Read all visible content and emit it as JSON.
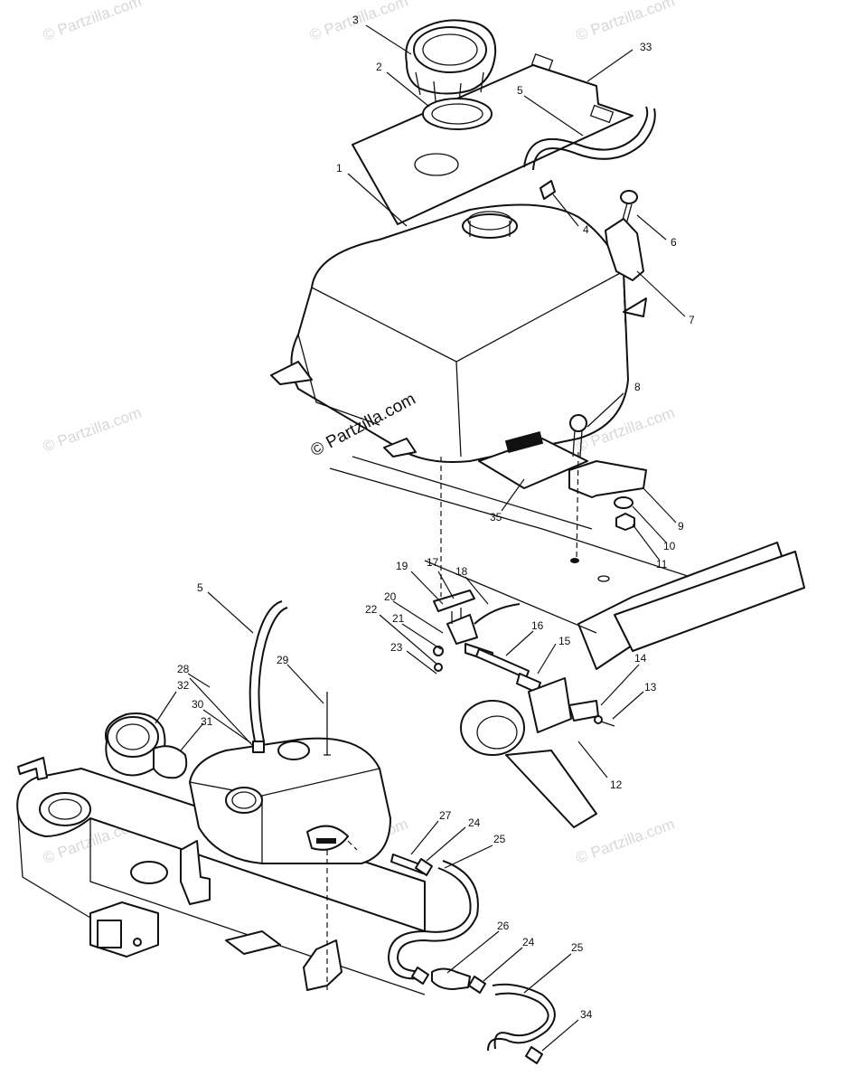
{
  "watermark": {
    "faint_text": "© Partzilla.com",
    "main_text": "© Partzilla.com"
  },
  "callouts": {
    "c1": "1",
    "c2": "2",
    "c3": "3",
    "c4": "4",
    "c5a": "5",
    "c5b": "5",
    "c6": "6",
    "c7": "7",
    "c8": "8",
    "c9": "9",
    "c10": "10",
    "c11": "11",
    "c12": "12",
    "c13": "13",
    "c14": "14",
    "c15": "15",
    "c16": "16",
    "c17": "17",
    "c18": "18",
    "c19": "19",
    "c20": "20",
    "c21": "21",
    "c22": "22",
    "c23": "23",
    "c24a": "24",
    "c24b": "24",
    "c25a": "25",
    "c25b": "25",
    "c26": "26",
    "c27": "27",
    "c28": "28",
    "c29": "29",
    "c30": "30",
    "c31": "31",
    "c32": "32",
    "c33": "33",
    "c34": "34",
    "c35": "35"
  }
}
